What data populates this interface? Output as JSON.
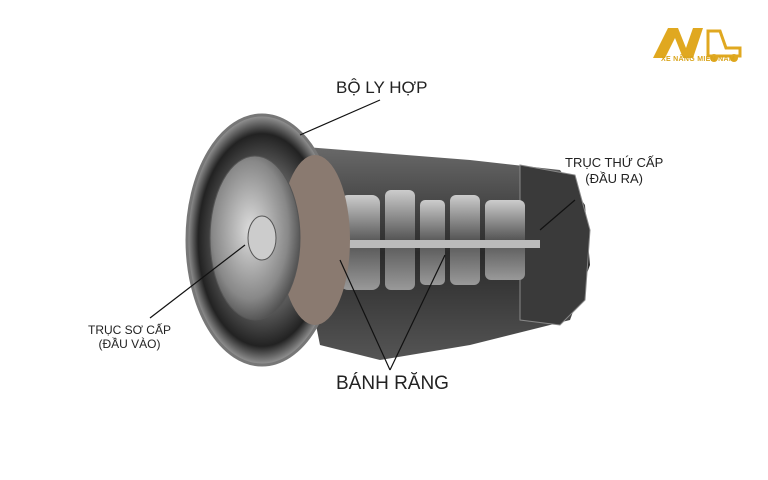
{
  "logo": {
    "text": "XE NÂNG MIỀN NAM",
    "mark": "NM forklift logo",
    "color": "#e0a820"
  },
  "labels": {
    "clutch": "BỘ LY HỢP",
    "output_shaft": [
      "TRỤC THỨ CẤP",
      "(ĐẦU RA)"
    ],
    "input_shaft": [
      "TRỤC SƠ CẤP",
      "(ĐẦU VÀO)"
    ],
    "gears": "BÁNH RĂNG"
  }
}
